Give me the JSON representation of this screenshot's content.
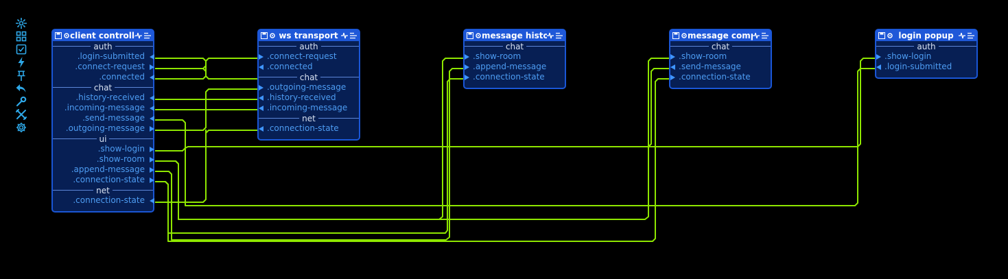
{
  "toolbar": [
    {
      "name": "sparkle-icon"
    },
    {
      "name": "grid-icon"
    },
    {
      "name": "checkbox-icon"
    },
    {
      "name": "lightning-icon"
    },
    {
      "name": "pin-icon"
    },
    {
      "name": "undo-arrow-icon"
    },
    {
      "name": "wrench-icon"
    },
    {
      "name": "tools-icon"
    },
    {
      "name": "gear-icon"
    }
  ],
  "colors": {
    "wire": "#8ee600",
    "node_bg": "#071f54",
    "node_border": "#1a56d6",
    "port": "#4d9cf2",
    "header": "#1f58d8"
  },
  "nodes": {
    "client_controller": {
      "title": "client controller",
      "groups": [
        {
          "label": "auth",
          "ports": [
            ".login-submitted",
            ".connect-request",
            ".connected"
          ]
        },
        {
          "label": "chat",
          "ports": [
            ".history-received",
            ".incoming-message",
            ".send-message",
            ".outgoing-message"
          ]
        },
        {
          "label": "ui",
          "ports": [
            ".show-login",
            ".show-room",
            ".append-message",
            ".connection-state"
          ]
        },
        {
          "label": "net",
          "ports": [
            ".connection-state"
          ]
        }
      ]
    },
    "ws_transport": {
      "title": "ws transport",
      "groups": [
        {
          "label": "auth",
          "ports": [
            ".connect-request",
            ".connected"
          ]
        },
        {
          "label": "chat",
          "ports": [
            ".outgoing-message",
            ".history-received",
            ".incoming-message"
          ]
        },
        {
          "label": "net",
          "ports": [
            ".connection-state"
          ]
        }
      ]
    },
    "message_history": {
      "title": "message history",
      "groups": [
        {
          "label": "chat",
          "ports": [
            ".show-room",
            ".append-message",
            ".connection-state"
          ]
        }
      ]
    },
    "message_composer": {
      "title": "message composer",
      "groups": [
        {
          "label": "chat",
          "ports": [
            ".show-room",
            ".send-message",
            ".connection-state"
          ]
        }
      ]
    },
    "login_popup": {
      "title": "login popup",
      "groups": [
        {
          "label": "auth",
          "ports": [
            ".show-login",
            ".login-submitted"
          ]
        }
      ]
    }
  }
}
